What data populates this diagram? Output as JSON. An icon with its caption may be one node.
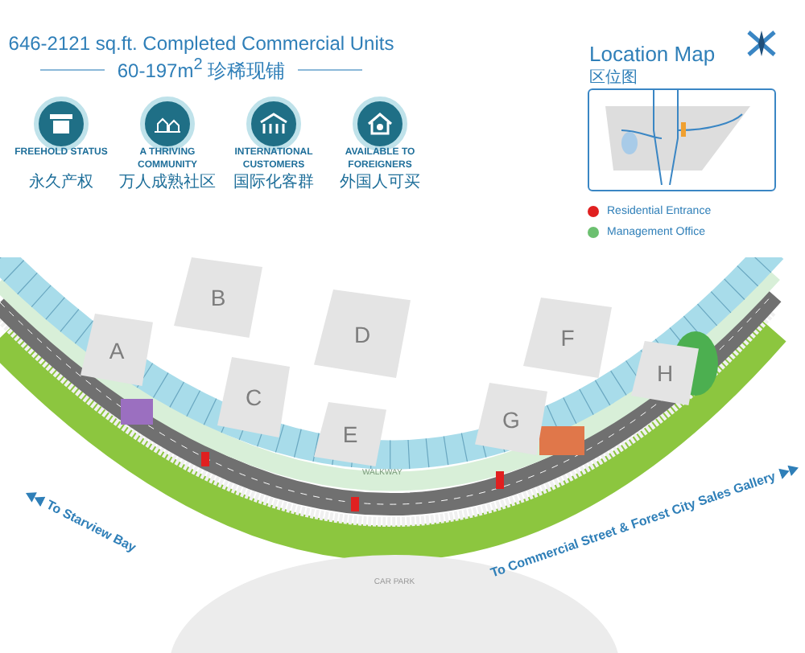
{
  "diagram": {
    "title": "646-2121 sq.ft. Completed Commercial Units",
    "nodes": [
      {
        "text": [
          "A"
        ]
      },
      {
        "text": [
          "B"
        ]
      },
      {
        "text": [
          "C"
        ]
      },
      {
        "text": [
          "D"
        ]
      },
      {
        "text": [
          "E"
        ]
      },
      {
        "text": [
          "F"
        ]
      },
      {
        "text": [
          "G"
        ]
      },
      {
        "text": [
          "H"
        ]
      },
      {
        "text": [
          "CAR PARK"
        ]
      }
    ],
    "labels": [
      "60-197m$^{2}$ 珍稀现铺",
      "FREEHOLD STATUS",
      "永久产权",
      "A THRIVING COMMUNITY",
      "万人成熟社区",
      "INTERNATIONAL CUSTOMERS",
      "国际化客群",
      "AVAILABLE TO FOREIGNERS",
      "外国人可买",
      "Location Map",
      "区位图",
      "WALKWAY",
      "To Starview Bay",
      "To Commercial Street & Forest City Sales Gallery"
    ],
    "legend": [
      {
        "text": "Residential Entrance",
        "color": "#e02020"
      },
      {
        "text": "Management Office",
        "color": "#6cc070"
      }
    ]
  }
}
